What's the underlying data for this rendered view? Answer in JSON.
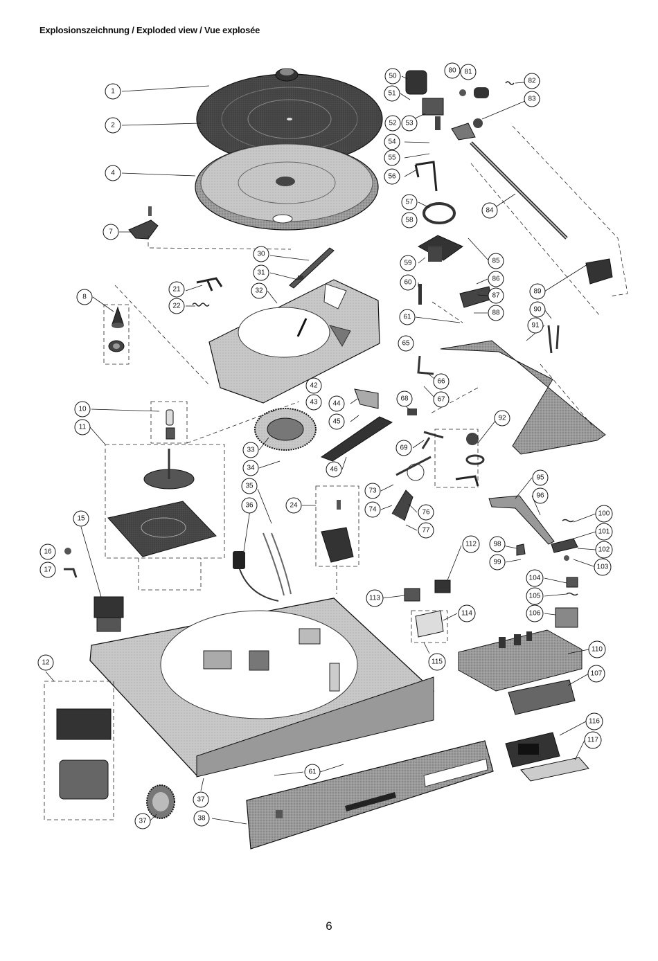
{
  "page": {
    "title": "Explosionszeichnung / Exploded view / Vue explosée",
    "page_number": "6"
  },
  "callouts": [
    "1",
    "2",
    "4",
    "7",
    "8",
    "10",
    "11",
    "12",
    "15",
    "16",
    "17",
    "21",
    "22",
    "24",
    "30",
    "31",
    "32",
    "33",
    "34",
    "35",
    "36",
    "37",
    "37",
    "38",
    "42",
    "43",
    "44",
    "45",
    "46",
    "50",
    "51",
    "52",
    "53",
    "54",
    "55",
    "56",
    "57",
    "58",
    "59",
    "60",
    "61",
    "61",
    "65",
    "66",
    "67",
    "68",
    "69",
    "73",
    "74",
    "76",
    "77",
    "80",
    "81",
    "82",
    "83",
    "84",
    "85",
    "86",
    "87",
    "88",
    "89",
    "90",
    "91",
    "92",
    "95",
    "96",
    "98",
    "99",
    "100",
    "101",
    "102",
    "103",
    "104",
    "105",
    "106",
    "107",
    "110",
    "112",
    "113",
    "114",
    "115",
    "116",
    "117"
  ]
}
